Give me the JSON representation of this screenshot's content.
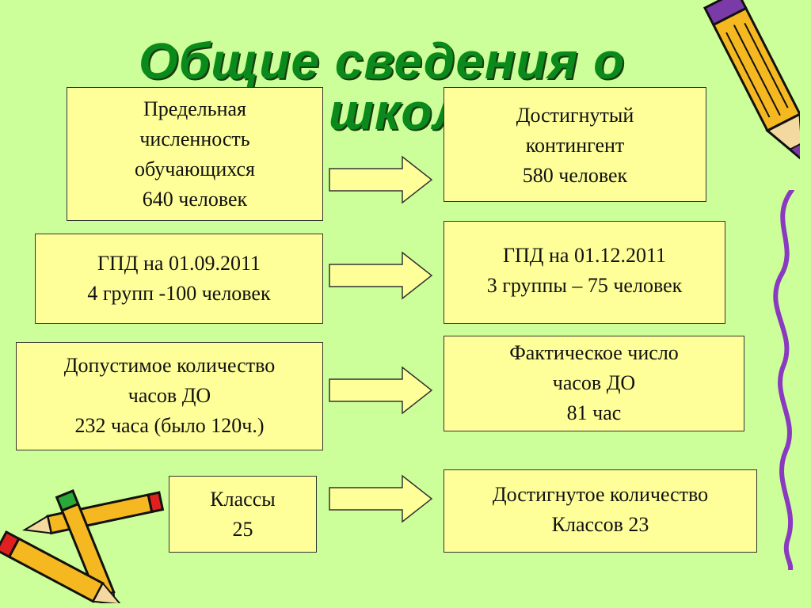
{
  "title": {
    "line1": "Общие  сведения о",
    "line2": "школе"
  },
  "rows": [
    {
      "left": [
        "Предельная",
        "численность",
        "обучающихся",
        "640 человек"
      ],
      "right": [
        "Достигнутый",
        "контингент",
        "580 человек"
      ]
    },
    {
      "left": [
        "ГПД на 01.09.2011",
        "4 групп -100 человек"
      ],
      "right": [
        "ГПД на 01.12.2011",
        "3 группы – 75 человек"
      ]
    },
    {
      "left": [
        "Допустимое количество",
        "часов ДО",
        "232 часа (было 120ч.)"
      ],
      "right": [
        "Фактическое число",
        "часов ДО",
        "81 час"
      ]
    },
    {
      "left": [
        "Классы",
        "25"
      ],
      "right": [
        "Достигнутое количество",
        "Классов 23"
      ]
    }
  ],
  "colors": {
    "background": "#ccff99",
    "title": "#0a8a1a",
    "box_fill": "#ffff99",
    "arrow_fill": "#ffff99"
  }
}
